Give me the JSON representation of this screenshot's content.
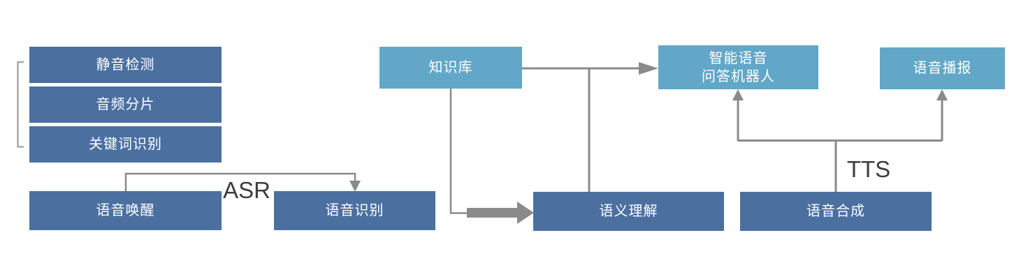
{
  "diagram": {
    "boxes": {
      "silence_detection": {
        "label": "静音检测"
      },
      "audio_segmentation": {
        "label": "音频分片"
      },
      "keyword_recognition": {
        "label": "关键词识别"
      },
      "voice_wakeup": {
        "label": "语音唤醒"
      },
      "speech_recognition": {
        "label": "语音识别"
      },
      "knowledge_base": {
        "label": "知识库"
      },
      "semantic_understanding": {
        "label": "语义理解"
      },
      "qa_robot": {
        "line1": "智能语音",
        "line2": "问答机器人"
      },
      "voice_broadcast": {
        "label": "语音播报"
      },
      "speech_synthesis": {
        "label": "语音合成"
      }
    },
    "labels": {
      "asr": "ASR",
      "tts": "TTS"
    },
    "colors": {
      "box_dark": "#4b70a0",
      "box_light": "#62a7c7",
      "connector": "#8a8a8a",
      "bracket": "#a8a8a8",
      "annotation_text": "#3d3d3d",
      "box_text": "#ffffff"
    }
  }
}
